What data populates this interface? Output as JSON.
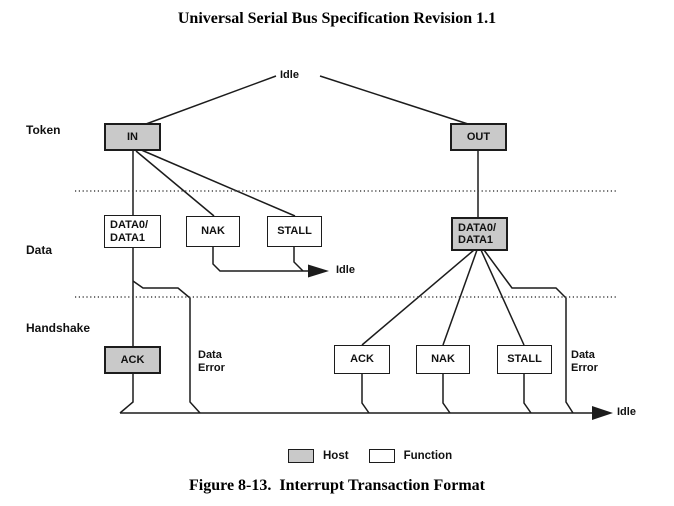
{
  "header": {
    "title": "Universal Serial Bus Specification Revision 1.1"
  },
  "figure": {
    "caption": "Figure 8-13.  Interrupt Transaction Format"
  },
  "rows": {
    "token": "Token",
    "data": "Data",
    "handshake": "Handshake"
  },
  "nodes": {
    "token_in": "IN",
    "token_out": "OUT",
    "data_in": "DATA0/\nDATA1",
    "nak_in": "NAK",
    "stall_in": "STALL",
    "data_out": "DATA0/\nDATA1",
    "ack_handshake": "ACK",
    "ack_out": "ACK",
    "nak_out": "NAK",
    "stall_out": "STALL"
  },
  "labels": {
    "idle_top": "Idle",
    "idle_mid": "Idle",
    "idle_bottom": "Idle",
    "data_error_left": "Data\nError",
    "data_error_right": "Data\nError"
  },
  "legend": {
    "host": "Host",
    "function": "Function"
  },
  "colors": {
    "host_fill": "#c9c9c9",
    "function_fill": "#ffffff",
    "line": "#000000",
    "dotted_divider": "#555555"
  }
}
